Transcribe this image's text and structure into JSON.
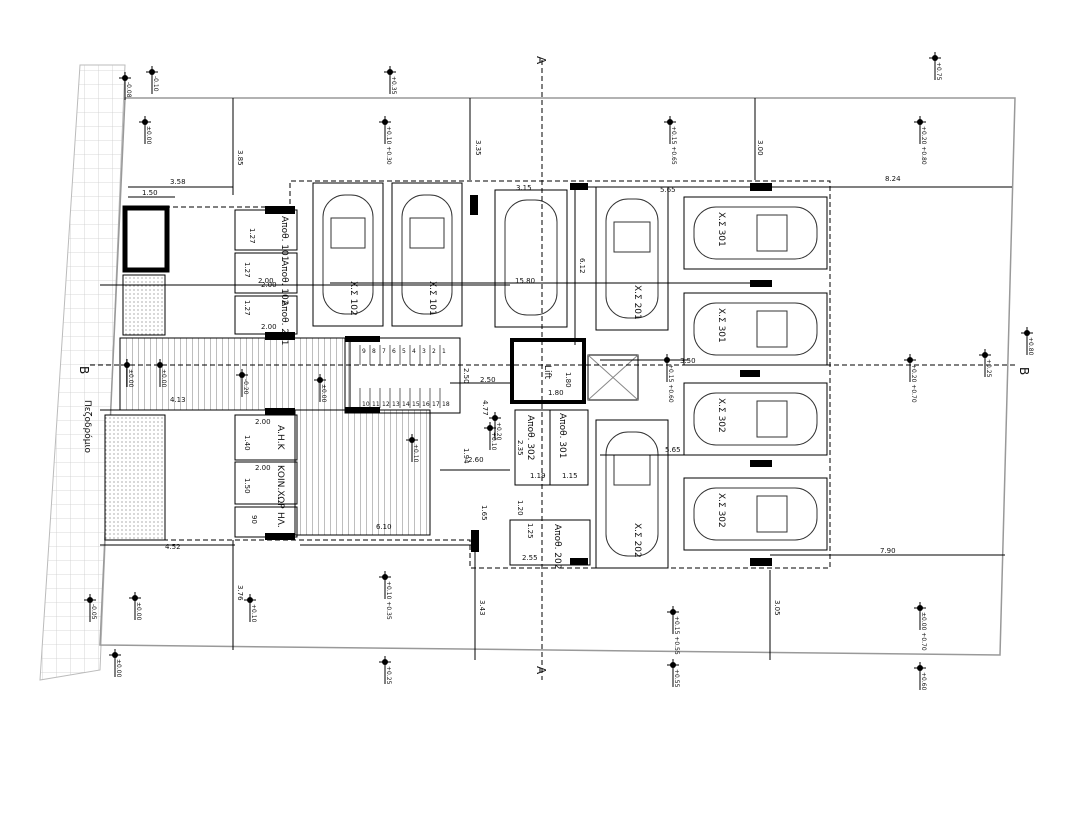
{
  "section_marks": {
    "top": "A",
    "bottom": "A",
    "left": "B",
    "right": "B"
  },
  "sidewalk_label": "Πεζοδρόμιο",
  "parking": [
    "Χ.Σ 102",
    "Χ.Σ 101",
    "Χ.Σ 201",
    "Χ.Σ 301",
    "Χ.Σ 301",
    "Χ.Σ 302",
    "Χ.Σ 202",
    "Χ.Σ 302"
  ],
  "storage": [
    {
      "name": "Αποθ. 101",
      "dim": "1.27"
    },
    {
      "name": "Αποθ. 102",
      "dim": "1.27",
      "width": "2.00"
    },
    {
      "name": "Αποθ. 201",
      "dim": "1.27",
      "width": "2.00"
    },
    {
      "name": "Αποθ. 301",
      "dim": "1.15"
    },
    {
      "name": "Αποθ. 302",
      "dim": "2.35",
      "width": "1.19"
    },
    {
      "name": "Αποθ. 202",
      "dim": "1.25",
      "width": "2.55"
    }
  ],
  "rooms": {
    "ahk": {
      "name": "Α.Η.Κ",
      "w": "2.00",
      "h": "1.40"
    },
    "koin": {
      "name": "ΚΟΙΝ.ΧΩΡ",
      "w": "2.00",
      "h": "1.50"
    },
    "el": {
      "name": "ΗΛ.",
      "h": "90"
    },
    "lift": {
      "name": "Lift",
      "w": "1.80",
      "h": "1.80"
    }
  },
  "dimensions": [
    "3.58",
    "1.50",
    "3.85",
    "3.35",
    "3.15",
    "5.65",
    "3.00",
    "8.24",
    "6.12",
    "15.80",
    "2.00",
    "4.13",
    "2.50",
    "2.50",
    "4.77",
    "3.50",
    "2.60",
    "1.94",
    "1.20",
    "1.65",
    "6.10",
    "4.52",
    "5.65",
    "7.90",
    "3.76",
    "3.43",
    "3.05"
  ],
  "elevations": [
    "-0.08",
    "-0.10",
    "±0.00",
    "+0.35",
    "+0.10 +0.30",
    "+0.15 +0.65",
    "+0.20 +0.80",
    "+0.75",
    "±0.00",
    "±0.00",
    "±0.00",
    "-0.20",
    "+0.10",
    "+0.20",
    "+0.15 +0.60",
    "+0.20 +0.70",
    "+0.25",
    "+0.80",
    "-0.05",
    "±0.00",
    "+0.10 +0.35",
    "+0.15 +0.55",
    "±0.00 +0.70",
    "±0.00",
    "+0.25",
    "+0.55",
    "+0.60",
    "+0.10",
    "+0.10"
  ],
  "stair_steps": [
    "1",
    "2",
    "3",
    "4",
    "5",
    "6",
    "7",
    "8",
    "9",
    "10",
    "11",
    "12",
    "13",
    "14",
    "15",
    "16",
    "17",
    "18"
  ]
}
